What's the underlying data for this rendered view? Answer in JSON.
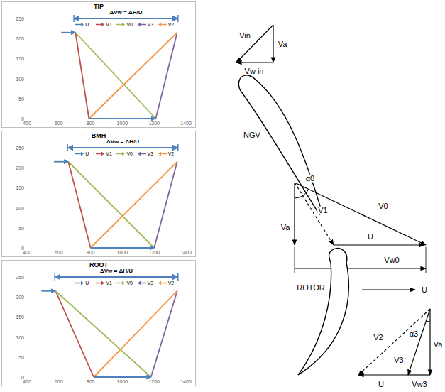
{
  "diagram": {
    "nodes": [
      {
        "text": [
          "TIP",
          "ΔVw = ΔH/U"
        ]
      },
      {
        "text": [
          "BMH",
          "ΔVw = ΔH/U"
        ]
      },
      {
        "text": [
          "ROOT",
          "ΔVw = ΔH/U"
        ]
      }
    ],
    "labels": [
      "250",
      "200",
      "150",
      "100",
      "50",
      "0",
      "400",
      "600",
      "800",
      "1000",
      "1200",
      "1400",
      "250",
      "200",
      "150",
      "100",
      "50",
      "0",
      "400",
      "600",
      "800",
      "1000",
      "1200",
      "1400",
      "250",
      "200",
      "150",
      "100",
      "50",
      "0",
      "400",
      "600",
      "800",
      "1000",
      "1200",
      "1400",
      "Vin",
      "Va",
      "Vw in",
      "NGV",
      "α0",
      "V0",
      "Va",
      "V1",
      "U",
      "Vw0",
      "ROTOR",
      "U",
      "α3",
      "V2",
      "V3",
      "Va",
      "U",
      "Vw3"
    ],
    "legend": [
      {
        "text": "U"
      },
      {
        "text": "V1"
      },
      {
        "text": "V0"
      },
      {
        "text": "V3"
      },
      {
        "text": "V2"
      },
      {
        "text": "U"
      },
      {
        "text": "V1"
      },
      {
        "text": "V0"
      },
      {
        "text": "V3"
      },
      {
        "text": "V2"
      },
      {
        "text": "U"
      },
      {
        "text": "V1"
      },
      {
        "text": "V0"
      },
      {
        "text": "V3"
      },
      {
        "text": "V2"
      }
    ]
  }
}
